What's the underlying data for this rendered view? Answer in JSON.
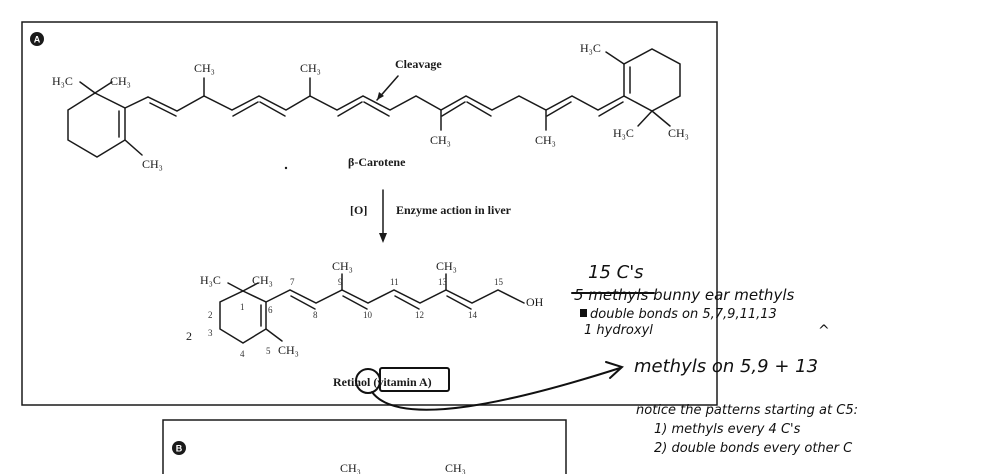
{
  "panel_a": {
    "badge": "A",
    "beta_carotene": {
      "name": "β-Carotene",
      "cleavage": "Cleavage",
      "labels": {
        "left_h3c": "H₃C",
        "left_ch3_top": "CH₃",
        "left_ch3_bottom": "CH₃",
        "methyl_1": "CH₃",
        "methyl_2": "CH₃",
        "methyl_3": "CH₃",
        "methyl_4": "CH₃",
        "right_h3c_top": "H₃C",
        "right_h3c_bottom": "H₃C",
        "right_ch3": "CH₃"
      }
    },
    "reaction": {
      "reagent": "[O]",
      "description": "Enzyme action in liver"
    },
    "retinol": {
      "name": "Retinol (vitamin A)",
      "side_number": "2",
      "labels": {
        "h3c": "H₃C",
        "ch3_top_left": "CH₃",
        "ch3_ring": "CH₃",
        "ch3_c9": "CH₃",
        "ch3_c13": "CH₃",
        "oh": "OH"
      },
      "carbon_numbers": [
        "1",
        "2",
        "3",
        "4",
        "5",
        "6",
        "7",
        "8",
        "9",
        "10",
        "11",
        "12",
        "13",
        "14",
        "15"
      ]
    }
  },
  "panel_b": {
    "badge": "B",
    "labels": [
      "CH₃",
      "CH₃"
    ]
  },
  "handwritten_notes": {
    "line1": "15 C's",
    "line2": "5 methyls bunny ear methyls",
    "line3": "double bonds on 5,7,9,11,13",
    "caret": "^",
    "line4": "1 hydroxyl",
    "line5": "methyls on 5,9 + 13",
    "line6": "notice the patterns starting at C5:",
    "line7": "1) methyls every 4 C's",
    "line8": "2) double bonds every other C"
  }
}
